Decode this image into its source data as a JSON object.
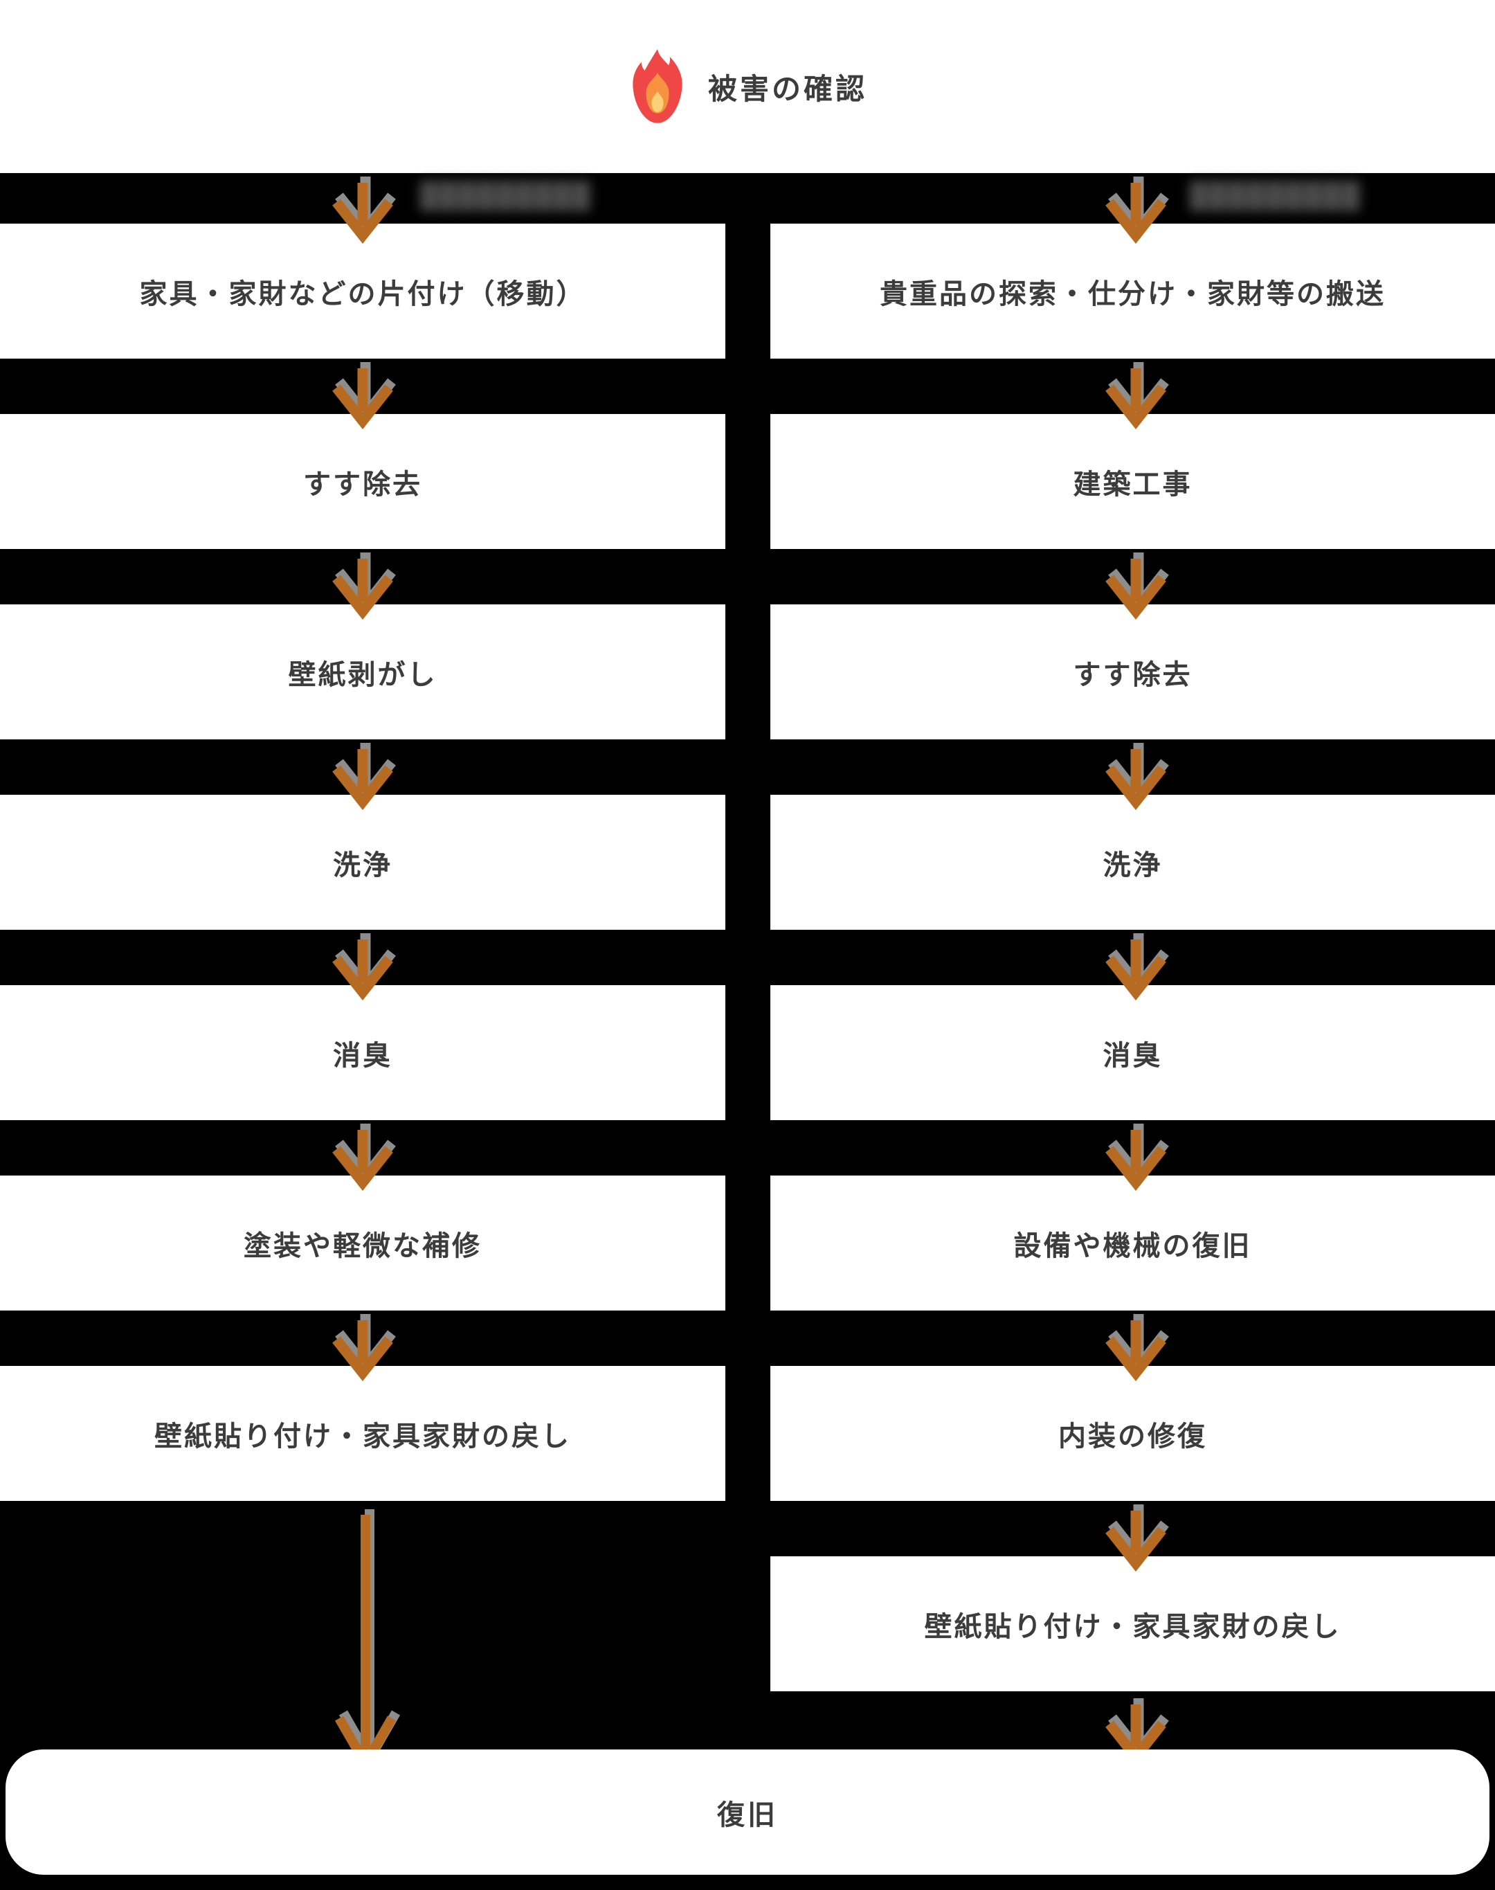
{
  "header": {
    "title": "被害の確認",
    "icon": "fire-icon"
  },
  "columns": {
    "left": {
      "caption_redacted": true,
      "caption_blurred": "█████████",
      "steps": [
        "家具・家財などの片付け（移動）",
        "すす除去",
        "壁紙剥がし",
        "洗浄",
        "消臭",
        "塗装や軽微な補修",
        "壁紙貼り付け・家具家財の戻し"
      ]
    },
    "right": {
      "caption_redacted": true,
      "caption_blurred": "█████████",
      "steps": [
        "貴重品の探索・仕分け・家財等の搬送",
        "建築工事",
        "すす除去",
        "洗浄",
        "消臭",
        "設備や機械の復旧",
        "内装の修復",
        "壁紙貼り付け・家具家財の戻し"
      ]
    }
  },
  "footer": {
    "final_step": "復旧"
  },
  "colors": {
    "background": "#000000",
    "box": "#ffffff",
    "text": "#3c3c3c",
    "arrow": "#b76a22",
    "arrow_shadow": "#8d8d8d",
    "flame_outer": "#ee4746",
    "flame_mid": "#f79240",
    "flame_inner": "#fcd077"
  }
}
